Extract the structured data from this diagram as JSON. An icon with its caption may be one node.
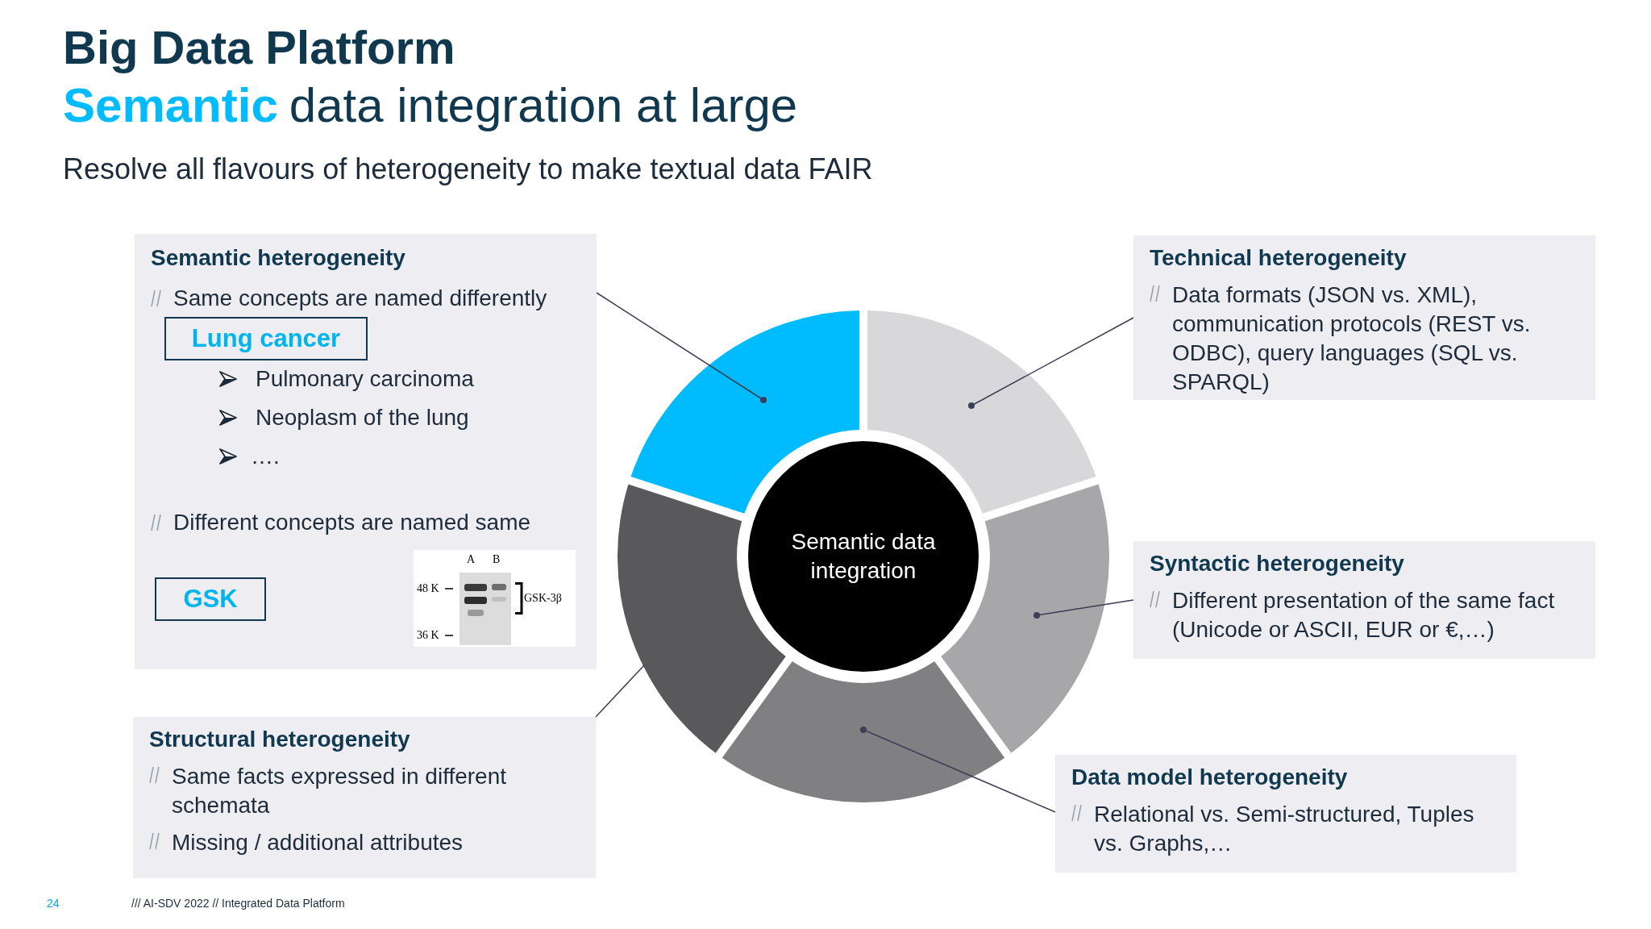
{
  "diagram": {
    "title": "Big Data Platform",
    "nodes": [
      {
        "text": [
          "Semantic heterogeneity",
          "Same concepts are named differently",
          "Pulmonary carcinoma",
          "Neoplasm of the lung",
          "….",
          "Different concepts are named same"
        ]
      },
      {
        "text": [
          "Lung cancer"
        ],
        "in": 0
      },
      {
        "text": [
          "GSK"
        ],
        "in": 0
      },
      {
        "text": [
          "Technical heterogeneity",
          "Data formats (JSON vs. XML), communication protocols (REST vs. ODBC), query languages (SQL vs. SPARQL)"
        ]
      },
      {
        "text": [],
        "shape": "segment"
      },
      {
        "text": [],
        "shape": "segment"
      },
      {
        "text": [],
        "shape": "segment"
      },
      {
        "text": [],
        "shape": "segment"
      },
      {
        "text": [],
        "shape": "segment"
      },
      {
        "text": [
          "Semantic data integration"
        ]
      },
      {
        "text": [
          "Syntactic heterogeneity",
          "Different presentation of the same fact (Unicode or ASCII, EUR or €,…)"
        ]
      },
      {
        "text": [
          "Structural heterogeneity",
          "Same facts expressed in different schemata",
          "Missing / additional attributes"
        ]
      },
      {
        "text": [
          "Data model heterogeneity",
          "Relational vs. Semi-structured, Tuples vs. Graphs,…"
        ]
      }
    ],
    "edges": [
      {
        "from": 0,
        "to": 4,
        "arrow": "other"
      },
      {
        "from": 3,
        "to": 5,
        "arrow": "other"
      },
      {
        "from": 10,
        "to": 6,
        "arrow": "other"
      },
      {
        "from": 12,
        "to": 7,
        "arrow": "other"
      },
      {
        "from": 11,
        "to": 8,
        "arrow": "none"
      }
    ],
    "labels": [
      "Semantic",
      "data integration at large",
      "Resolve all flavours of heterogeneity to make textual data FAIR",
      "A",
      "B",
      "48 K",
      "36 K",
      "GSK-3β",
      "24",
      "/// AI-SDV 2022 // Integrated Data Platform"
    ]
  }
}
